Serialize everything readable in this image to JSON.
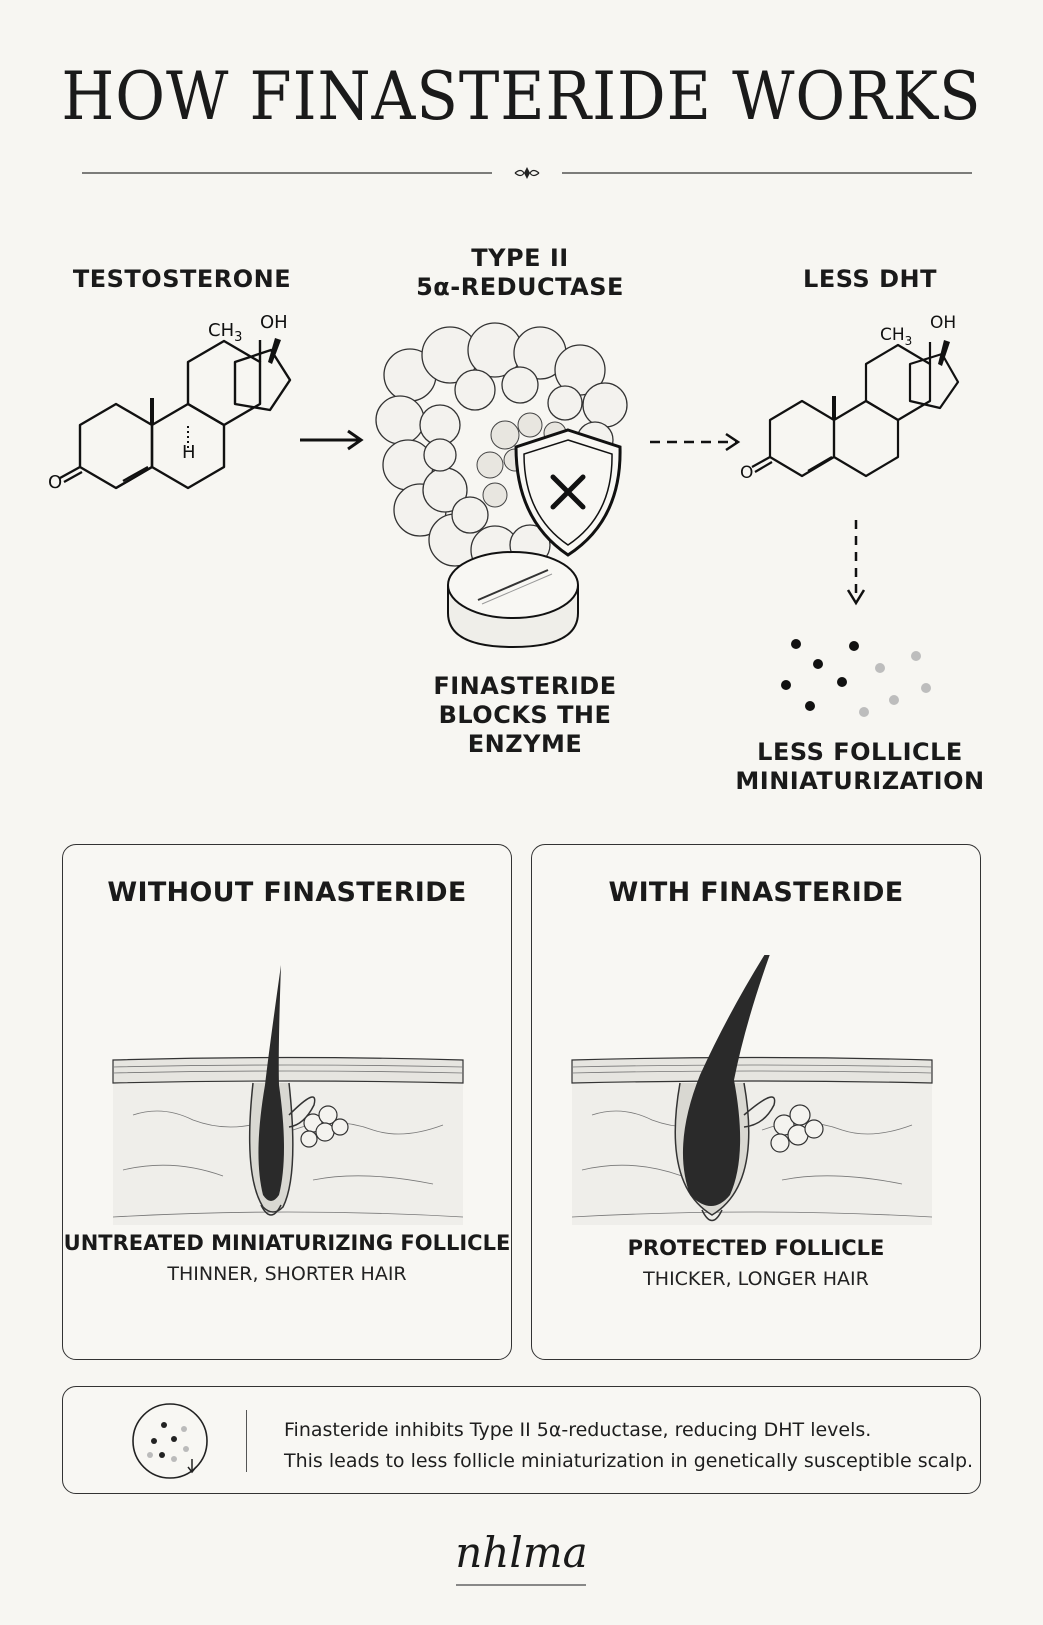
{
  "title": "HOW FINASTERIDE WORKS",
  "pathway": {
    "testosterone_label": "TESTOSTERONE",
    "enzyme_label_line1": "TYPE II",
    "enzyme_label_line2": "5α-REDUCTASE",
    "dht_label": "LESS DHT",
    "blocks_line1": "FINASTERIDE",
    "blocks_line2": "BLOCKS THE ENZYME",
    "outcome_line1": "LESS FOLLICLE",
    "outcome_line2": "MINIATURIZATION",
    "molecule_text": {
      "ch3": "CH",
      "sub3": "3",
      "oh": "OH",
      "h": "H",
      "o": "O"
    }
  },
  "panels": {
    "without": {
      "title": "WITHOUT FINASTERIDE",
      "caption_main": "UNTREATED MINIATURIZING FOLLICLE",
      "caption_sub": "THINNER, SHORTER HAIR"
    },
    "with": {
      "title": "WITH FINASTERIDE",
      "caption_main": "PROTECTED FOLLICLE",
      "caption_sub": "THICKER, LONGER HAIR"
    }
  },
  "info": {
    "line1": "Finasteride inhibits Type II 5α-reductase, reducing DHT levels.",
    "line2": "This leads to less follicle miniaturization in genetically susceptible scalp."
  },
  "logo": {
    "text": "nhlma"
  },
  "colors": {
    "ink": "#1a1a1a",
    "background": "#f7f6f2",
    "dot_gray": "#bdbdbd"
  },
  "icons": [
    "x-mark-icon",
    "shield-icon",
    "tablet-icon",
    "dots-circle-icon"
  ]
}
